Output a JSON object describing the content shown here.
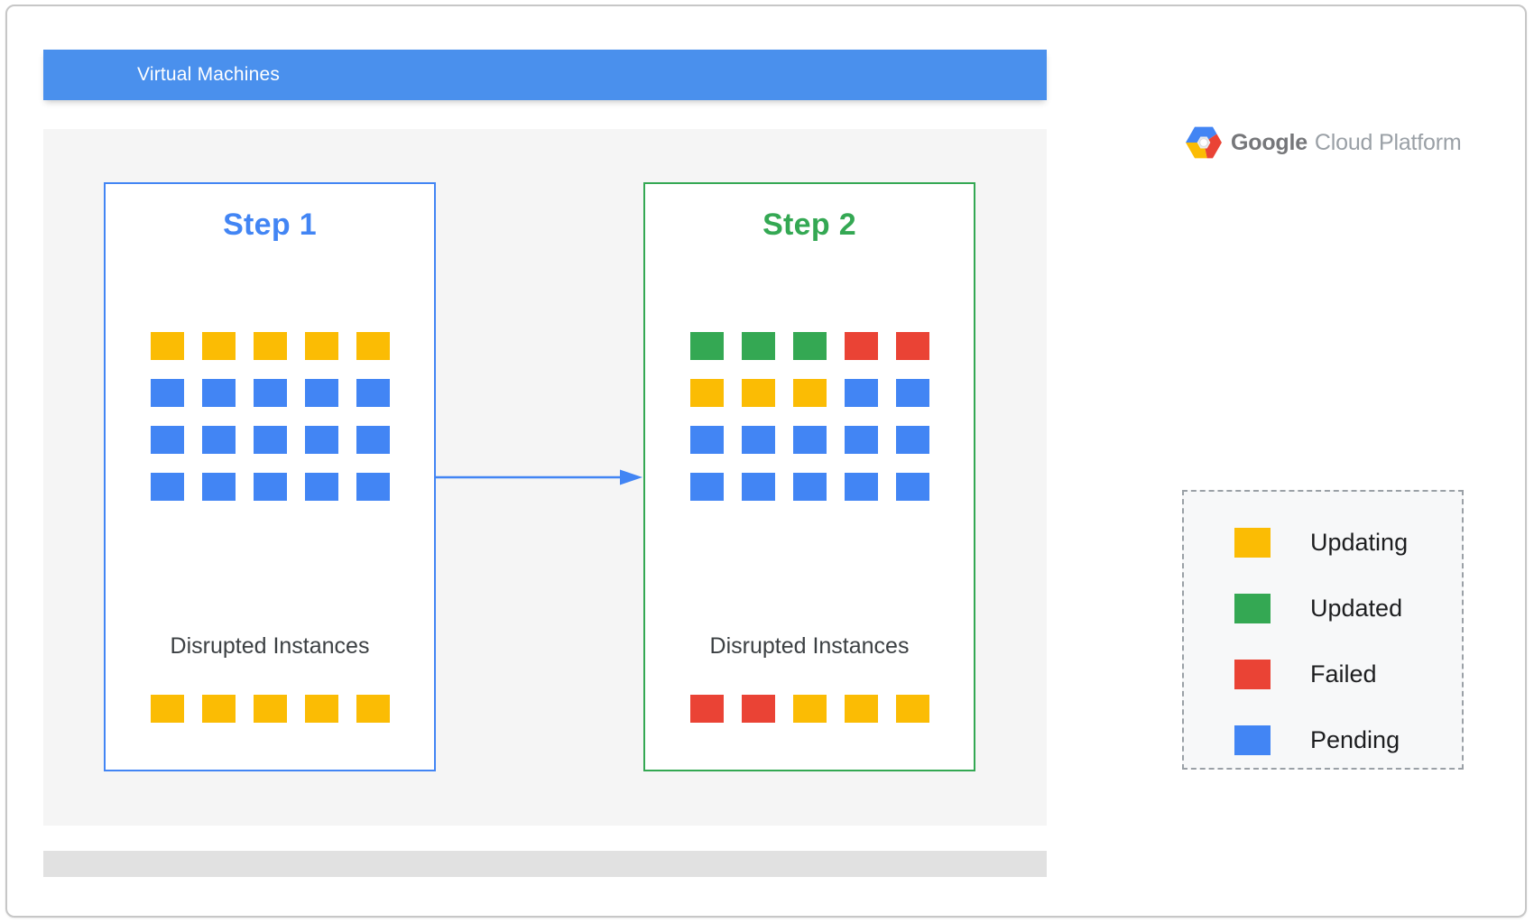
{
  "header": {
    "title": "Virtual Machines",
    "color": "#4a90ed"
  },
  "logo": {
    "brand": "Google",
    "product": "Cloud Platform"
  },
  "status_colors": {
    "updating": "#fbbc04",
    "updated": "#34a853",
    "failed": "#ea4335",
    "pending": "#4285f4"
  },
  "steps": [
    {
      "title": "Step 1",
      "accent_color": "#4285f4",
      "grid": [
        [
          "updating",
          "updating",
          "updating",
          "updating",
          "updating"
        ],
        [
          "pending",
          "pending",
          "pending",
          "pending",
          "pending"
        ],
        [
          "pending",
          "pending",
          "pending",
          "pending",
          "pending"
        ],
        [
          "pending",
          "pending",
          "pending",
          "pending",
          "pending"
        ]
      ],
      "disrupted_label": "Disrupted Instances",
      "disrupted_row": [
        "updating",
        "updating",
        "updating",
        "updating",
        "updating"
      ]
    },
    {
      "title": "Step 2",
      "accent_color": "#34a853",
      "grid": [
        [
          "updated",
          "updated",
          "updated",
          "failed",
          "failed"
        ],
        [
          "updating",
          "updating",
          "updating",
          "pending",
          "pending"
        ],
        [
          "pending",
          "pending",
          "pending",
          "pending",
          "pending"
        ],
        [
          "pending",
          "pending",
          "pending",
          "pending",
          "pending"
        ]
      ],
      "disrupted_label": "Disrupted Instances",
      "disrupted_row": [
        "failed",
        "failed",
        "updating",
        "updating",
        "updating"
      ]
    }
  ],
  "legend": {
    "items": [
      {
        "label": "Updating",
        "status": "updating"
      },
      {
        "label": "Updated",
        "status": "updated"
      },
      {
        "label": "Failed",
        "status": "failed"
      },
      {
        "label": "Pending",
        "status": "pending"
      }
    ]
  }
}
